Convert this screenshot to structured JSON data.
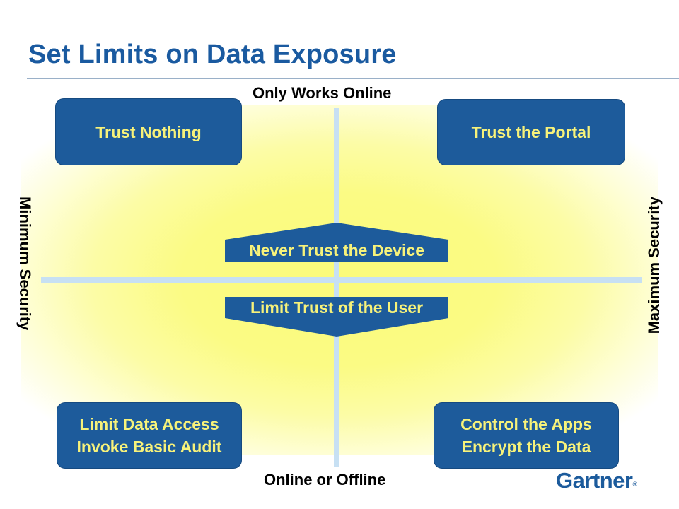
{
  "slide": {
    "title": "Set Limits on Data Exposure",
    "axis_top": "Only Works Online",
    "axis_bottom": "Online or Offline",
    "axis_left": "Minimum Security",
    "axis_right": "Maximum Security",
    "quadrants": {
      "top_left": [
        "Trust Nothing"
      ],
      "top_right": [
        "Trust the Portal"
      ],
      "bottom_left": [
        "Limit Data Access",
        "Invoke Basic Audit"
      ],
      "bottom_right": [
        "Control the Apps",
        "Encrypt the Data"
      ]
    },
    "center_top": "Never Trust the Device",
    "center_bottom": "Limit Trust of the User",
    "logo": "Gartner",
    "logo_mark": "®"
  },
  "colors": {
    "title": "#1a5aa0",
    "box_fill": "#1d5b9b",
    "box_text": "#f7f27a",
    "axis": "#c7e0f3",
    "glow": "#fbfb7a"
  }
}
